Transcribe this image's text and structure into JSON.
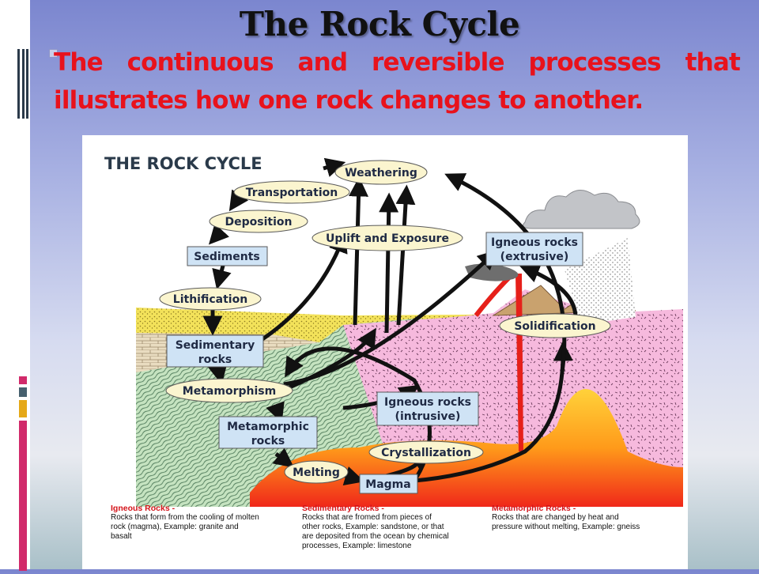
{
  "slide": {
    "title": "The Rock Cycle",
    "subtitle": "The continuous and reversible processes that illustrates how one rock changes to another."
  },
  "diagram": {
    "heading": "THE ROCK CYCLE",
    "nodes": {
      "weathering": "Weathering",
      "transportation": "Transportation",
      "deposition": "Deposition",
      "sediments": "Sediments",
      "lithification": "Lithification",
      "sedimentary_rocks_1": "Sedimentary",
      "sedimentary_rocks_2": "rocks",
      "metamorphism": "Metamorphism",
      "metamorphic_rocks_1": "Metamorphic",
      "metamorphic_rocks_2": "rocks",
      "melting": "Melting",
      "magma": "Magma",
      "crystallization": "Crystallization",
      "igneous_intrusive_1": "Igneous rocks",
      "igneous_intrusive_2": "(intrusive)",
      "uplift": "Uplift and Exposure",
      "igneous_extrusive_1": "Igneous rocks",
      "igneous_extrusive_2": "(extrusive)",
      "solidification": "Solidification"
    },
    "legend": [
      {
        "title": "Igneous Rocks -",
        "lines": [
          "Rocks that form from the cooling of molten",
          "rock (magma), Example: granite and",
          "basalt"
        ]
      },
      {
        "title": "Sedimentary Rocks -",
        "lines": [
          "Rocks that are fromed from pieces of",
          "other rocks, Example: sandstone, or that",
          "are deposited from the ocean by chemical",
          "processes, Example: limestone"
        ]
      },
      {
        "title": "Metamorphic Rocks -",
        "lines": [
          "Rocks that are changed by heat and",
          "pressure without melting, Example: gneiss"
        ]
      }
    ]
  },
  "colors": {
    "title_red": "#e8121c",
    "box_fill": "#cfe3f5",
    "oval_fill": "#fbf5cf",
    "legend_title": "#d4141a"
  }
}
